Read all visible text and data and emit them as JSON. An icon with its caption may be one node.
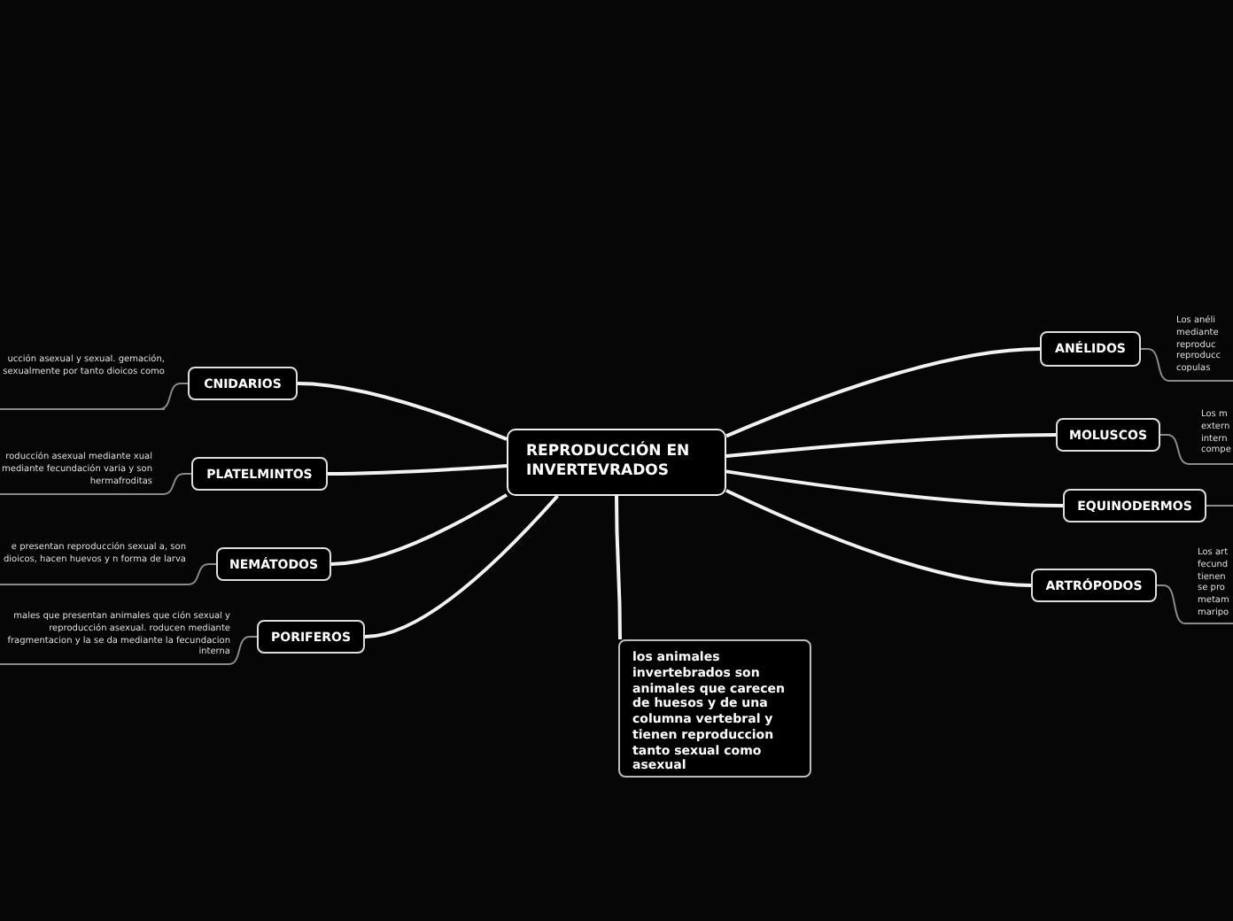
{
  "diagram": {
    "nodes": [
      {
        "text": [
          "REPRODUCCIÓN EN INVERTEVRADOS"
        ]
      },
      {
        "text": [
          "CNIDARIOS"
        ]
      },
      {
        "text": [
          "ucción asexual y sexual. gemación, sexualmente por tanto dioicos como"
        ]
      },
      {
        "text": [
          "PLATELMINTOS"
        ]
      },
      {
        "text": [
          "roducción asexual mediante xual mediante fecundación varia y son hermafroditas"
        ]
      },
      {
        "text": [
          "NEMÁTODOS"
        ]
      },
      {
        "text": [
          "e presentan reproducción sexual a, son dioicos, hacen huevos y n forma de larva"
        ]
      },
      {
        "text": [
          "PORIFEROS"
        ]
      },
      {
        "text": [
          "males que presentan animales que ción sexual y reproducción asexual. roducen mediante fragmentacion y la se da mediante la fecundacion interna"
        ]
      },
      {
        "text": [
          "ANÉLIDOS"
        ]
      },
      {
        "text": [
          "Los anéli mediante reproduc reproducc copulas"
        ]
      },
      {
        "text": [
          "MOLUSCOS"
        ]
      },
      {
        "text": [
          "Los m extern intern compe"
        ]
      },
      {
        "text": [
          "EQUINODERMOS"
        ]
      },
      {
        "text": [
          "ARTRÓPODOS"
        ]
      },
      {
        "text": [
          "Los art fecund tienen se pro metam maripo"
        ]
      },
      {
        "text": [
          "los animales invertebrados son animales que carecen de huesos y de una columna vertebral y tienen reproduccion tanto sexual como asexual"
        ]
      }
    ],
    "edges": [
      {
        "from": 0,
        "to": 1,
        "arrow": "none"
      },
      {
        "from": 0,
        "to": 3,
        "arrow": "none"
      },
      {
        "from": 0,
        "to": 5,
        "arrow": "none"
      },
      {
        "from": 0,
        "to": 7,
        "arrow": "none"
      },
      {
        "from": 0,
        "to": 9,
        "arrow": "none"
      },
      {
        "from": 0,
        "to": 11,
        "arrow": "none"
      },
      {
        "from": 0,
        "to": 13,
        "arrow": "none"
      },
      {
        "from": 0,
        "to": 14,
        "arrow": "none"
      },
      {
        "from": 0,
        "to": 16,
        "arrow": "none"
      },
      {
        "from": 1,
        "to": 2,
        "arrow": "none",
        "color": "#8a8a8a"
      },
      {
        "from": 3,
        "to": 4,
        "arrow": "none",
        "color": "#8a8a8a"
      },
      {
        "from": 5,
        "to": 6,
        "arrow": "none",
        "color": "#8a8a8a"
      },
      {
        "from": 7,
        "to": 8,
        "arrow": "none",
        "color": "#8a8a8a"
      },
      {
        "from": 9,
        "to": 10,
        "arrow": "none",
        "color": "#8a8a8a"
      },
      {
        "from": 11,
        "to": 12,
        "arrow": "none",
        "color": "#8a8a8a"
      },
      {
        "from": 13,
        "to": null,
        "arrow": "none",
        "color": "#8a8a8a"
      },
      {
        "from": 14,
        "to": 15,
        "arrow": "none",
        "color": "#8a8a8a"
      }
    ]
  }
}
